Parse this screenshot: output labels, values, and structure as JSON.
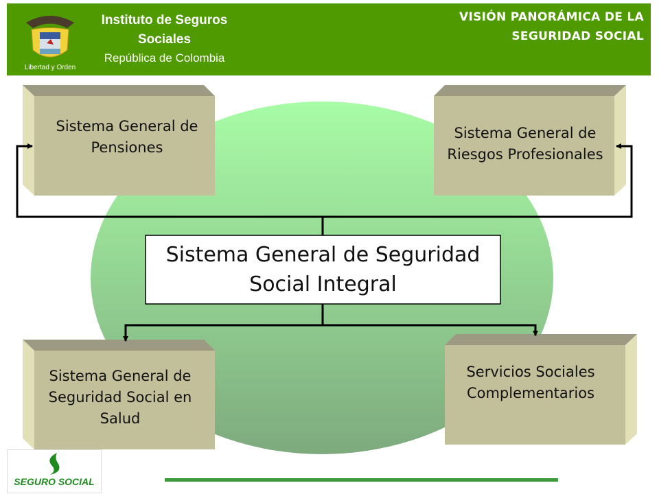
{
  "header": {
    "institute_line1": "Instituto de Seguros",
    "institute_line2": "Sociales",
    "country": "República de Colombia",
    "coat_motto": "Libertad y Orden",
    "title_line1": "VISIÓN PANORÁMICA DE LA",
    "title_line2": "SEGURIDAD SOCIAL"
  },
  "diagram": {
    "center": "Sistema General de Seguridad Social Integral",
    "boxes": [
      {
        "label": "Sistema General de Pensiones"
      },
      {
        "label": "Sistema General de Riesgos Profesionales"
      },
      {
        "label": "Sistema General de Seguridad Social en Salud"
      },
      {
        "label": "Servicios Sociales Complementarios"
      }
    ]
  },
  "footer": {
    "logo_text": "SEGURO SOCIAL"
  },
  "colors": {
    "header_green": "#4f9a00",
    "box_front": "#c2c09a",
    "box_top": "#9c9a82",
    "box_side": "#e2e0b6",
    "footer_line": "#3c9a3c"
  }
}
